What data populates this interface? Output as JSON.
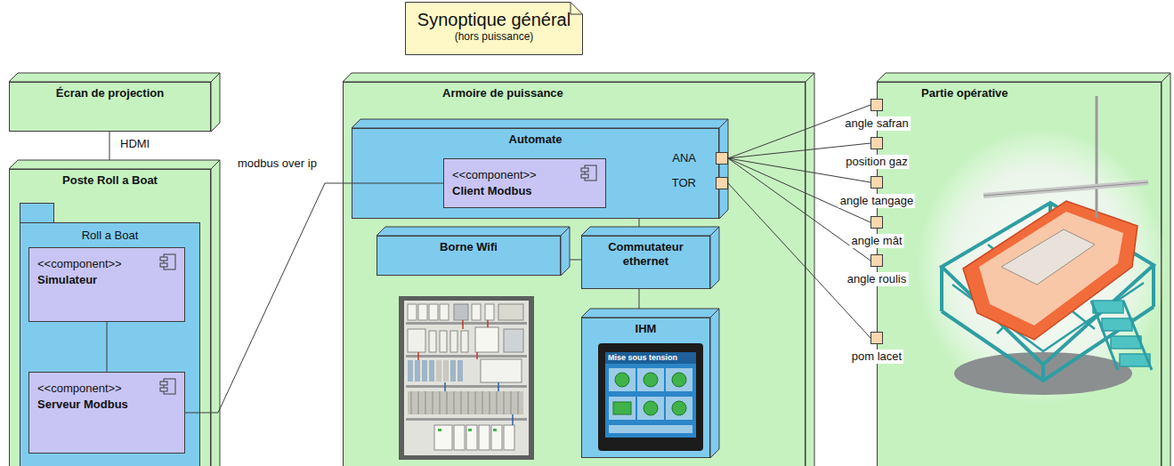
{
  "diagram": {
    "nodes": [
      {
        "text": [
          "Synoptique général",
          "(hors puissance)"
        ]
      },
      {
        "text": [
          "Écran de projection"
        ]
      },
      {
        "text": [
          "Poste Roll a Boat"
        ]
      },
      {
        "text": [
          "Roll a Boat"
        ],
        "in": 2
      },
      {
        "text": [
          "<<component>>",
          "Simulateur"
        ],
        "in": 3
      },
      {
        "text": [
          "<<component>>",
          "Serveur Modbus"
        ],
        "in": 3
      },
      {
        "text": [
          "Armoire de puissance"
        ]
      },
      {
        "text": [
          "Automate"
        ],
        "in": 6
      },
      {
        "text": [
          "<<component>>",
          "Client Modbus"
        ],
        "in": 7
      },
      {
        "text": [
          "ANA"
        ],
        "in": 7
      },
      {
        "text": [
          "TOR"
        ],
        "in": 7
      },
      {
        "text": [
          "Borne Wifi"
        ],
        "in": 6
      },
      {
        "text": [
          "Commutateur ethernet"
        ],
        "in": 6
      },
      {
        "text": [
          "IHM"
        ],
        "in": 6
      },
      {
        "text": [
          "Partie opérative"
        ]
      },
      {
        "text": [
          "angle safran"
        ],
        "in": 14
      },
      {
        "text": [
          "position gaz"
        ],
        "in": 14
      },
      {
        "text": [
          "angle tangage"
        ],
        "in": 14
      },
      {
        "text": [
          "angle mât"
        ],
        "in": 14
      },
      {
        "text": [
          "angle roulis"
        ],
        "in": 14
      },
      {
        "text": [
          "pom lacet"
        ],
        "in": 14
      }
    ],
    "edges": [
      {
        "from": 1,
        "to": 2,
        "label": "HDMI",
        "arrow": "none"
      },
      {
        "from": 4,
        "to": 5,
        "arrow": "none"
      },
      {
        "from": 5,
        "to": 8,
        "label": "modbus over ip",
        "arrow": "none"
      },
      {
        "from": 7,
        "to": 12,
        "arrow": "none"
      },
      {
        "from": 11,
        "to": 12,
        "arrow": "none"
      },
      {
        "from": 12,
        "to": 13,
        "arrow": "none"
      },
      {
        "from": 9,
        "to": 15,
        "arrow": "none"
      },
      {
        "from": 9,
        "to": 16,
        "arrow": "none"
      },
      {
        "from": 9,
        "to": 17,
        "arrow": "none"
      },
      {
        "from": 9,
        "to": 18,
        "arrow": "none"
      },
      {
        "from": 9,
        "to": 19,
        "arrow": "none"
      },
      {
        "from": 10,
        "to": 20,
        "arrow": "none"
      }
    ],
    "labels": [
      "Mise sous tension"
    ]
  }
}
